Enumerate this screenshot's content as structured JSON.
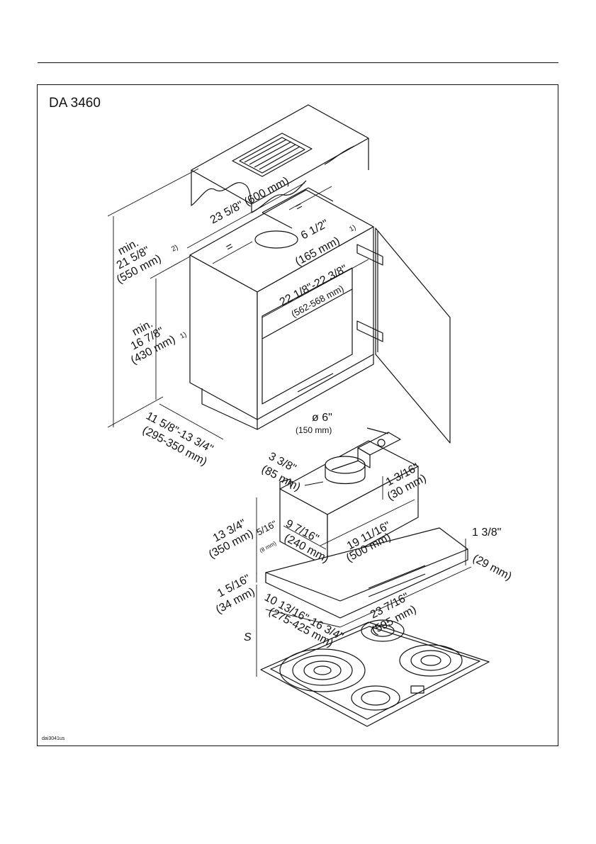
{
  "header": {
    "title": "DA 3460"
  },
  "footer": {
    "drawing_code": "dai3041us"
  },
  "dimensions": {
    "cabinet_width": "23 5/8\" (600 mm)",
    "equal_left": "=",
    "equal_right": "=",
    "duct_hole": "6 1/2\"",
    "duct_hole_mm": "(165 mm)",
    "duct_hole_note": "1)",
    "min_height_label": "min.",
    "min_height": "21 5/8\"",
    "min_height_mm": "(550 mm)",
    "min_height_note": "2)",
    "inner_min_label": "min.",
    "inner_min": "16 7/8\"",
    "inner_min_mm": "(430 mm)",
    "inner_min_note": "1)",
    "inner_width": "22 1/8\"-22 3/8\"",
    "inner_width_mm": "(562-568 mm)",
    "depth": "11 5/8\"-13 3/4\"",
    "depth_mm": "(295-350 mm)",
    "duct_dia": "ø 6\"",
    "duct_dia_mm": "(150 mm)",
    "collar_offset": "3 3/8\"",
    "collar_offset_mm": "(85 mm)",
    "collar_side": "1 3/16\"",
    "collar_side_mm": "(30 mm)",
    "body_height": "13 3/4\"",
    "body_height_mm": "(350 mm)",
    "lip": "5/16\"",
    "lip_mm": "(8 mm)",
    "body_depth": "9 7/16\"",
    "body_depth_mm": "(240 mm)",
    "body_width": "19 11/16\"",
    "body_width_mm": "(500 mm)",
    "panel_thickness": "1 3/8\"",
    "panel_thickness_mm": "(29 mm)",
    "visor_height": "1 5/16\"",
    "visor_height_mm": "(34 mm)",
    "visor_depth": "10 13/16\"-16 3/4\"",
    "visor_depth_mm": "(275-425 mm)",
    "visor_width": "23 7/16\"",
    "visor_width_mm": "(595 mm)",
    "clearance": "S"
  }
}
